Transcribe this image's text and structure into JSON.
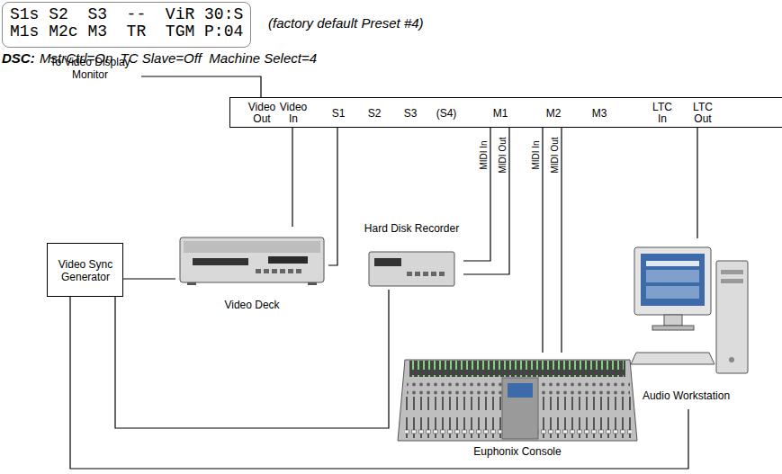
{
  "diagram": {
    "nodes": [
      {
        "text": [
          "S1s S2  S3  --  ViR 30:S",
          "M1s M2c M3  TR  TGM P:04"
        ]
      },
      {
        "text": [
          "Video Out",
          "Video In",
          "S1",
          "S2",
          "S3",
          "(S4)",
          "M1",
          "M2",
          "M3",
          "LTC In",
          "LTC Out"
        ]
      },
      {
        "text": [
          "Hard Disk Recorder"
        ]
      },
      {
        "text": [
          "Video Sync Generator"
        ]
      },
      {
        "text": [
          "Video Deck"
        ]
      },
      {
        "text": [
          "Audio Workstation"
        ]
      },
      {
        "text": [
          "Euphonix Console"
        ]
      }
    ],
    "edges": [
      {
        "from": 1,
        "to": 4,
        "arrow": "none"
      },
      {
        "from": 1,
        "to": 4,
        "arrow": "none"
      },
      {
        "from": 1,
        "to": 2,
        "label": "MIDI In",
        "arrow": "none"
      },
      {
        "from": 1,
        "to": 2,
        "label": "MIDI Out",
        "arrow": "none"
      },
      {
        "from": 1,
        "to": 6,
        "label": "MIDI In",
        "arrow": "none"
      },
      {
        "from": 1,
        "to": 6,
        "label": "MIDI Out",
        "arrow": "none"
      },
      {
        "from": 1,
        "to": 5,
        "arrow": "none"
      },
      {
        "from": 3,
        "to": 4,
        "arrow": "none"
      },
      {
        "from": 3,
        "to": 2,
        "arrow": "none"
      },
      {
        "from": 3,
        "to": 5,
        "arrow": "none"
      }
    ],
    "labels": [
      "(factory default Preset #4)",
      "DSC:",
      "MstrCtrl=On  TC Slave=Off  Machine Select=4",
      "To Video Display Monitor"
    ]
  }
}
